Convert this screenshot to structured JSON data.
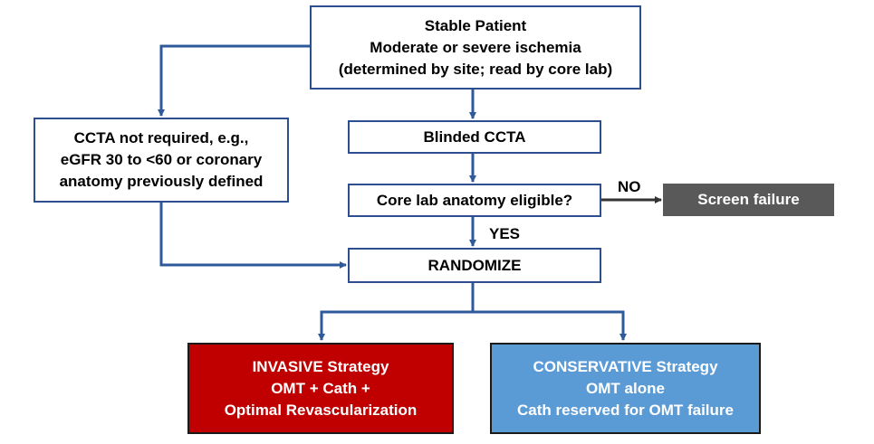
{
  "boxes": {
    "stable": {
      "lines": [
        "Stable Patient",
        "Moderate or severe ischemia",
        "(determined by site; read by core lab)"
      ]
    },
    "ccta_not_required": {
      "lines": [
        "CCTA not required, e.g.,",
        "eGFR 30 to <60 or coronary",
        "anatomy previously defined"
      ]
    },
    "blinded_ccta": {
      "lines": [
        "Blinded CCTA"
      ]
    },
    "core_lab": {
      "lines": [
        "Core lab anatomy eligible?"
      ]
    },
    "screen_failure": {
      "lines": [
        "Screen failure"
      ]
    },
    "randomize": {
      "lines": [
        "RANDOMIZE"
      ]
    },
    "invasive": {
      "lines": [
        "INVASIVE Strategy",
        "OMT + Cath +",
        "Optimal Revascularization"
      ]
    },
    "conservative": {
      "lines": [
        "CONSERVATIVE Strategy",
        "OMT alone",
        "Cath reserved for OMT failure"
      ]
    }
  },
  "labels": {
    "no": "NO",
    "yes": "YES"
  },
  "colors": {
    "connector": "#2e5a9c",
    "box_border": "#2e4f8f",
    "screen_failure_fill": "#595959",
    "invasive_fill": "#c00000",
    "conservative_fill": "#5b9bd5"
  }
}
